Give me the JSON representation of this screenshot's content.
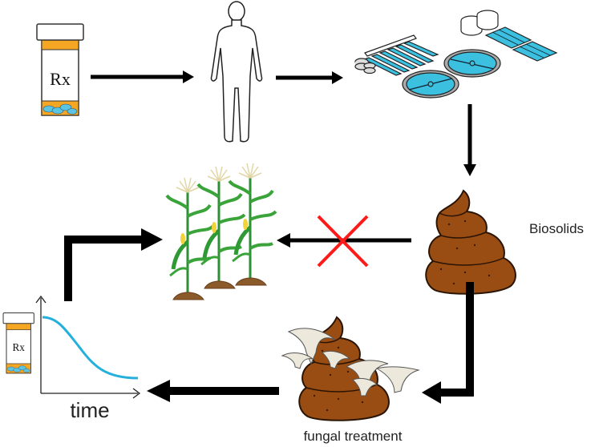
{
  "diagram": {
    "nodes": [
      {
        "id": "pill-bottle",
        "label": "Rx"
      },
      {
        "id": "human",
        "label": ""
      },
      {
        "id": "wastewater-plant",
        "label": ""
      },
      {
        "id": "biosolids",
        "label": "Biosolids"
      },
      {
        "id": "crops",
        "label": ""
      },
      {
        "id": "fungal-treatment",
        "label": "fungal treatment"
      },
      {
        "id": "degradation-plot",
        "label": "time",
        "bottle_label": "Rx"
      }
    ],
    "edges": [
      {
        "from": "pill-bottle",
        "to": "human"
      },
      {
        "from": "human",
        "to": "wastewater-plant"
      },
      {
        "from": "wastewater-plant",
        "to": "biosolids"
      },
      {
        "from": "biosolids",
        "to": "crops",
        "blocked": true
      },
      {
        "from": "biosolids",
        "to": "fungal-treatment"
      },
      {
        "from": "fungal-treatment",
        "to": "degradation-plot"
      },
      {
        "from": "degradation-plot",
        "to": "crops"
      }
    ]
  },
  "labels": {
    "rx_top": "Rx",
    "rx_small": "Rx",
    "biosolids": "Biosolids",
    "fungal_treatment": "fungal treatment",
    "time_axis": "time"
  },
  "colors": {
    "arrow": "#000000",
    "blocked_x": "#ff1a1a",
    "bottle_orange": "#f5a623",
    "pill_blue": "#5bc4e0",
    "water_blue": "#3cc0e0",
    "poop_brown": "#9a4d13",
    "stalk_green": "#3aa43a",
    "curve_blue": "#25b0dc",
    "mushroom": "#ece9dc"
  }
}
